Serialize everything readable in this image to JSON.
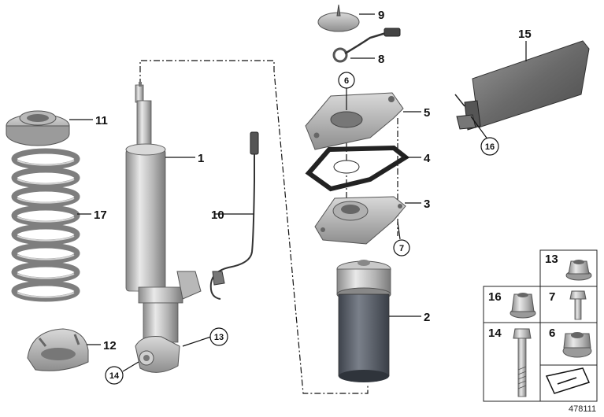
{
  "diagram_id": "478111",
  "parts": [
    {
      "key": "p1",
      "number": "1"
    },
    {
      "key": "p2",
      "number": "2"
    },
    {
      "key": "p3",
      "number": "3"
    },
    {
      "key": "p4",
      "number": "4"
    },
    {
      "key": "p5",
      "number": "5"
    },
    {
      "key": "p6",
      "number": "6"
    },
    {
      "key": "p7",
      "number": "7"
    },
    {
      "key": "p8",
      "number": "8"
    },
    {
      "key": "p9",
      "number": "9"
    },
    {
      "key": "p10",
      "number": "10"
    },
    {
      "key": "p11",
      "number": "11"
    },
    {
      "key": "p12",
      "number": "12"
    },
    {
      "key": "p13",
      "number": "13"
    },
    {
      "key": "p14",
      "number": "14"
    },
    {
      "key": "p15",
      "number": "15"
    },
    {
      "key": "p16",
      "number": "16"
    },
    {
      "key": "p17",
      "number": "17"
    }
  ],
  "callouts": {
    "c6": "6",
    "c7": "7",
    "c13": "13",
    "c14": "14",
    "c16": "16"
  },
  "legend": {
    "cells": [
      {
        "number": "13",
        "icon": "flange-nut-icon"
      },
      {
        "number": "16",
        "icon": "collar-nut-icon"
      },
      {
        "number": "7",
        "icon": "short-bolt-icon"
      },
      {
        "number": "14",
        "icon": "long-bolt-icon"
      },
      {
        "number": "6",
        "icon": "self-locking-nut-icon"
      }
    ],
    "footer_icon": "arrow-symbol-icon"
  },
  "colors": {
    "steel_light": "#e6e6e6",
    "steel_mid": "#a9a9a9",
    "steel_dark": "#6d6d6d",
    "rubber_dark": "#4f5560",
    "outline": "#111111"
  }
}
